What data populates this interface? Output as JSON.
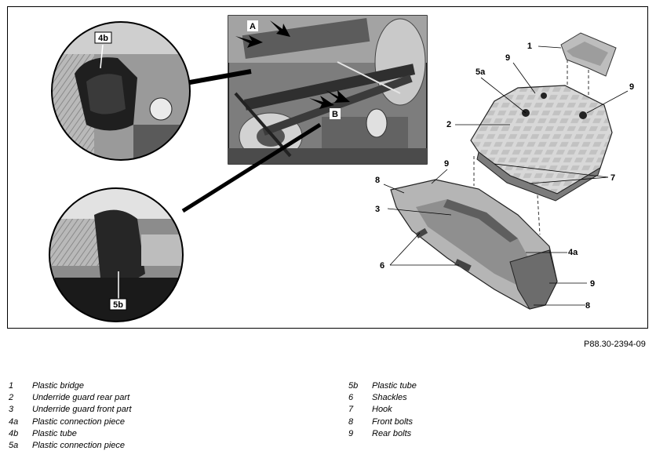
{
  "figure": {
    "reference_code": "P88.30-2394-09",
    "photo_labels": {
      "view_a": "A",
      "view_b": "B"
    },
    "inset_labels": {
      "top": "4b",
      "bottom": "5b"
    },
    "callouts": [
      "1",
      "9",
      "5a",
      "9",
      "2",
      "7",
      "9",
      "8",
      "3",
      "4a",
      "6",
      "9",
      "8"
    ]
  },
  "legend": {
    "left": [
      {
        "num": "1",
        "text": "Plastic bridge"
      },
      {
        "num": "2",
        "text": "Underride guard rear part"
      },
      {
        "num": "3",
        "text": "Underride guard front part"
      },
      {
        "num": "4a",
        "text": "Plastic connection piece"
      },
      {
        "num": "4b",
        "text": "Plastic tube"
      },
      {
        "num": "5a",
        "text": "Plastic connection piece"
      }
    ],
    "right": [
      {
        "num": "5b",
        "text": "Plastic tube"
      },
      {
        "num": "6",
        "text": "Shackles"
      },
      {
        "num": "7",
        "text": "Hook"
      },
      {
        "num": "8",
        "text": "Front bolts"
      },
      {
        "num": "9",
        "text": "Rear bolts"
      }
    ]
  }
}
